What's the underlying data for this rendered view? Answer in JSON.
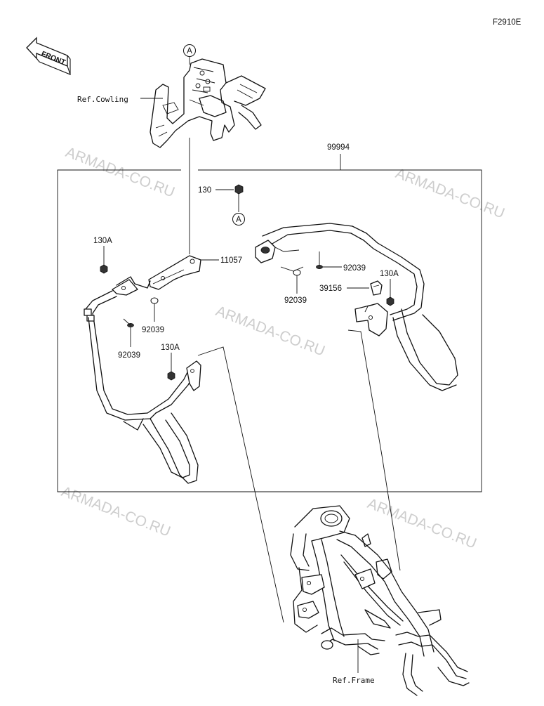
{
  "diagram_code": "F2910E",
  "front_label": "FRONT",
  "watermark": "ARMADA-CO.RU",
  "ref_labels": {
    "cowling": "Ref.Cowling",
    "frame": "Ref.Frame"
  },
  "callout_letter": "A",
  "assembly_number": "99994",
  "parts": {
    "p130": "130",
    "p130A_left_top": "130A",
    "p130A_left_bottom": "130A",
    "p130A_right": "130A",
    "p11057": "11057",
    "p92039_left_a": "92039",
    "p92039_left_b": "92039",
    "p92039_right_a": "92039",
    "p92039_right_b": "92039",
    "p39156": "39156"
  }
}
